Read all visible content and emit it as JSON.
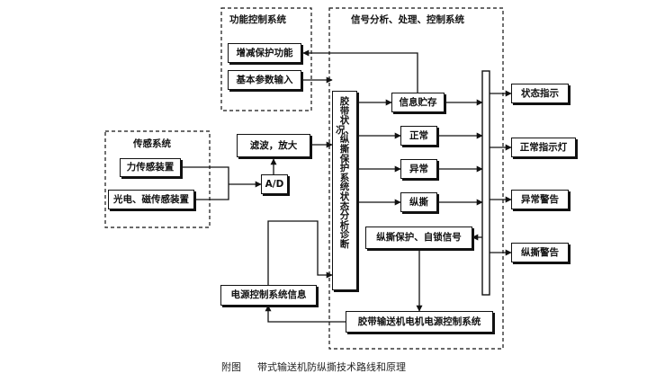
{
  "groups": {
    "function_control": "功能控制系统",
    "signal_system": "信号分析、处理、控制系统",
    "sensor_system": "传感系统"
  },
  "boxes": {
    "increase_decrease_protection": "增减保护功能",
    "basic_params_input": "基本参数输入",
    "force_sensor": "力传感装置",
    "photo_magnetic_sensor": "光电、磁传感装置",
    "ad": "A/D",
    "filter_amplify": "滤波，放大",
    "belt_diagnosis": "胶带状况、纵撕保护系统状态分析诊断",
    "info_storage": "信息贮存",
    "normal": "正常",
    "abnormal": "异常",
    "longitudinal_tear": "纵撕",
    "tear_protection_lock": "纵撕保护、自锁信号",
    "power_control_info": "电源控制系统信息",
    "conveyor_power_control": "胶带输送机电机电源控制系统",
    "status_indicator": "状态指示",
    "normal_indicator_light": "正常指示灯",
    "abnormal_alarm": "异常警告",
    "tear_alarm": "纵撕警告"
  },
  "caption": {
    "prefix": "附图",
    "title": "带式输送机防纵撕技术路线和原理"
  }
}
